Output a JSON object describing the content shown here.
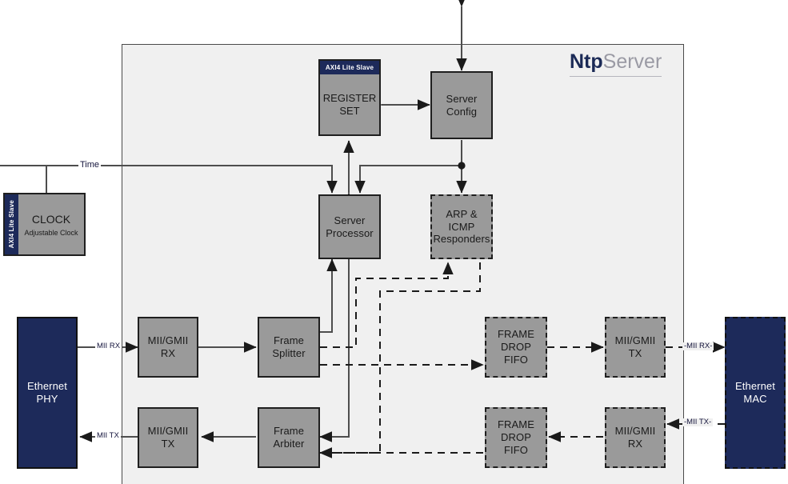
{
  "diagram": {
    "title": "NtpServer",
    "logo": {
      "bold": "Ntp",
      "light": "Server"
    },
    "background": "#f0f0f0",
    "block_fill": "#9a9a9a",
    "navy_fill": "#1d2a5a",
    "border_color": "#1f1f1f"
  },
  "blocks": {
    "register_set": {
      "label": "REGISTER\nSET",
      "badge": "AXI4 Lite Slave",
      "style": "solid"
    },
    "server_config": {
      "label": "Server\nConfig",
      "style": "solid"
    },
    "clock": {
      "label": "CLOCK",
      "sublabel": "Adjustable Clock",
      "badge": "AXI4 Lite Slave",
      "style": "solid"
    },
    "server_processor": {
      "label": "Server\nProcessor",
      "style": "solid"
    },
    "arp_icmp": {
      "label": "ARP &\nICMP\nResponders",
      "style": "dashed"
    },
    "mii_gmii_rx_left": {
      "label": "MII/GMII\nRX",
      "style": "solid"
    },
    "frame_splitter": {
      "label": "Frame\nSplitter",
      "style": "solid"
    },
    "mii_gmii_tx_left": {
      "label": "MII/GMII\nTX",
      "style": "solid"
    },
    "frame_arbiter": {
      "label": "Frame\nArbiter",
      "style": "solid"
    },
    "frame_drop_fifo_top": {
      "label": "FRAME\nDROP\nFIFO",
      "style": "dashed"
    },
    "mii_gmii_tx_right": {
      "label": "MII/GMII\nTX",
      "style": "dashed"
    },
    "frame_drop_fifo_bottom": {
      "label": "FRAME\nDROP\nFIFO",
      "style": "dashed"
    },
    "mii_gmii_rx_right": {
      "label": "MII/GMII\nRX",
      "style": "dashed"
    },
    "ethernet_phy": {
      "label": "Ethernet\nPHY",
      "style": "solid"
    },
    "ethernet_mac": {
      "label": "Ethernet\nMAC",
      "style": "dashed"
    }
  },
  "wire_labels": {
    "time": "Time",
    "phy_mii_rx": "MII RX",
    "phy_mii_tx": "MII TX",
    "mac_mii_rx": "-MII RX-",
    "mac_mii_tx": "-MII TX-"
  }
}
